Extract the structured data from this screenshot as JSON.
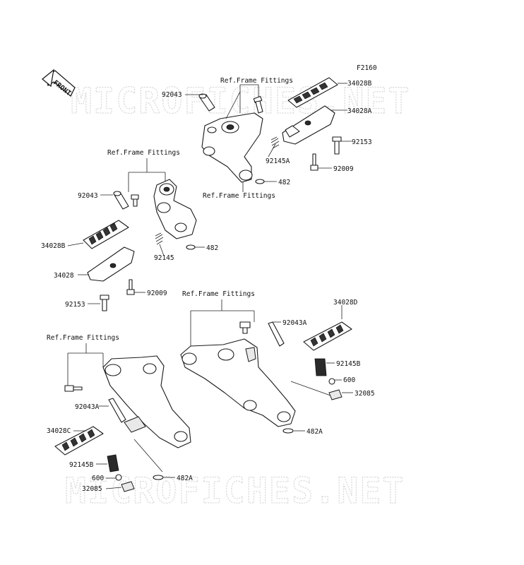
{
  "diagram_code": "F2160",
  "watermark": "MICROFICHES.NET",
  "front_label": "FRONT",
  "ref_label": "Ref.Frame Fittings",
  "parts": {
    "p_92043_tr": "92043",
    "p_34028B_tr": "34028B",
    "p_34028A": "34028A",
    "p_92153_tr": "92153",
    "p_92145A": "92145A",
    "p_92009_tr": "92009",
    "p_482_tr": "482",
    "p_92043_ml": "92043",
    "p_34028B_ml": "34028B",
    "p_482_ml": "482",
    "p_92145_ml": "92145",
    "p_34028": "34028",
    "p_92009_ml": "92009",
    "p_92153_ml": "92153",
    "p_34028D": "34028D",
    "p_92043A_r": "92043A",
    "p_92145B_r": "92145B",
    "p_600_r": "600",
    "p_32085_r": "32085",
    "p_482A_r": "482A",
    "p_92043A_l": "92043A",
    "p_34028C": "34028C",
    "p_92145B_l": "92145B",
    "p_600_l": "600",
    "p_32085_l": "32085",
    "p_482A_l": "482A"
  }
}
